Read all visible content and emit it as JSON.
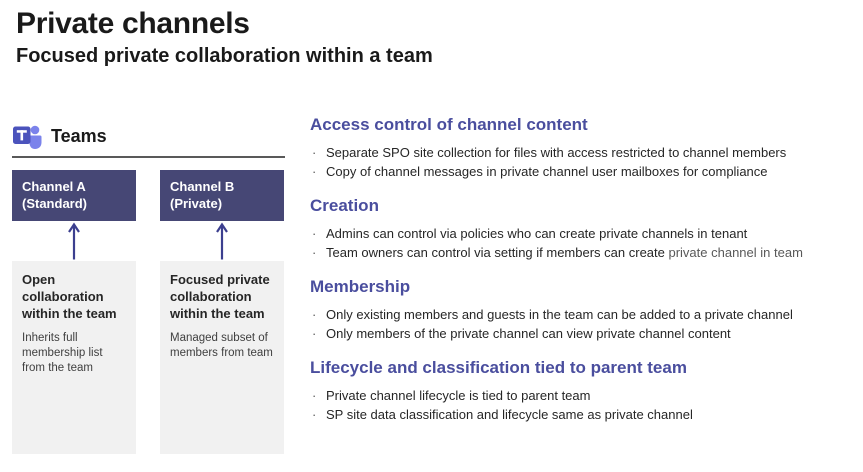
{
  "page": {
    "title": "Private channels",
    "subtitle": "Focused private collaboration within a team"
  },
  "glyphs": {
    "bullet": "·"
  },
  "teams_panel": {
    "label": "Teams",
    "channels": [
      {
        "name": "Channel A",
        "kind": "(Standard)",
        "headline": "Open collaboration within the team",
        "detail": "Inherits full membership list from the team"
      },
      {
        "name": "Channel B",
        "kind": "(Private)",
        "headline": "Focused private collaboration within the team",
        "detail": "Managed subset of members from team"
      }
    ]
  },
  "sections": [
    {
      "heading": "Access control of channel content",
      "bullets": [
        {
          "text": "Separate SPO site collection for files with access restricted to channel members",
          "tail": ""
        },
        {
          "text": "Copy of channel messages in private channel user mailboxes for compliance",
          "tail": ""
        }
      ]
    },
    {
      "heading": "Creation",
      "bullets": [
        {
          "text": "Admins can control via policies who can create private channels in tenant",
          "tail": ""
        },
        {
          "text": "Team owners can control via setting if members can create ",
          "tail": "private channel in team"
        }
      ]
    },
    {
      "heading": "Membership",
      "bullets": [
        {
          "text": "Only existing members and guests in the team can be added to a private channel",
          "tail": ""
        },
        {
          "text": "Only members of the private channel can view private channel content",
          "tail": ""
        }
      ]
    },
    {
      "heading": "Lifecycle and classification tied to parent team",
      "bullets": [
        {
          "text": "Private channel lifecycle is tied to parent team",
          "tail": ""
        },
        {
          "text": "SP site data classification and lifecycle same as private channel",
          "tail": ""
        }
      ]
    }
  ],
  "colors": {
    "heading_purple": "#4A4E9E",
    "channel_box_purple": "#464775",
    "arrow_indigo": "#3C3F8F",
    "panel_gray": "#F1F1F1",
    "teams_icon_front": "#4B53BC",
    "teams_icon_back": "#7B83EB"
  }
}
